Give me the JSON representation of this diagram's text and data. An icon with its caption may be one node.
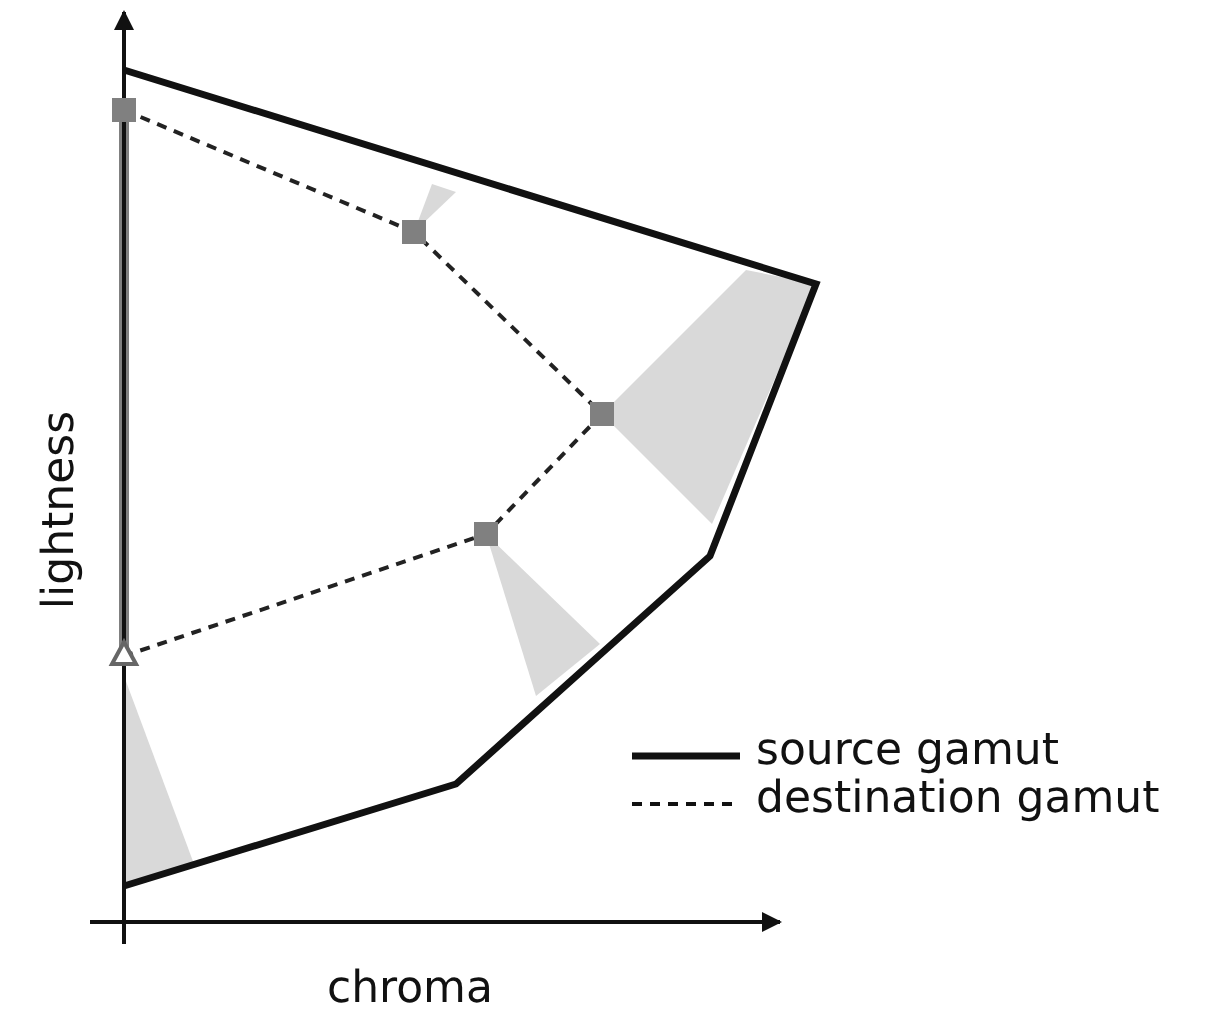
{
  "diagram": {
    "labels": [
      "lightness",
      "chroma"
    ],
    "legend": [
      {
        "text": "source gamut"
      },
      {
        "text": "destination gamut"
      }
    ]
  }
}
